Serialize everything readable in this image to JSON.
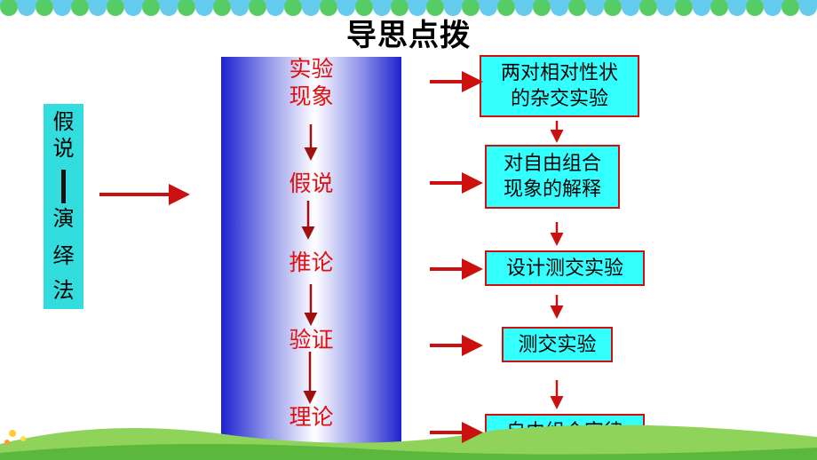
{
  "title": "导思点拨",
  "method": {
    "chars": [
      "假",
      "说",
      "演",
      "绎",
      "法"
    ]
  },
  "stages": [
    "实验\n现象",
    "假说",
    "推论",
    "验证",
    "理论"
  ],
  "steps": [
    "两对相对性状\n的杂交实验",
    "对自由组合\n现象的解释",
    "设计测交实验",
    "测交实验",
    "自由组合定律"
  ],
  "colors": {
    "teal": "#33dddd",
    "cyan_box": "#33ffff",
    "red": "#cc1010",
    "label_red": "#e01010",
    "pillar_blue": "#1d22cf",
    "dark_red_arrow": "#a01010",
    "top_scallop_green": "#55cc66",
    "top_scallop_blue": "#66ccee"
  }
}
